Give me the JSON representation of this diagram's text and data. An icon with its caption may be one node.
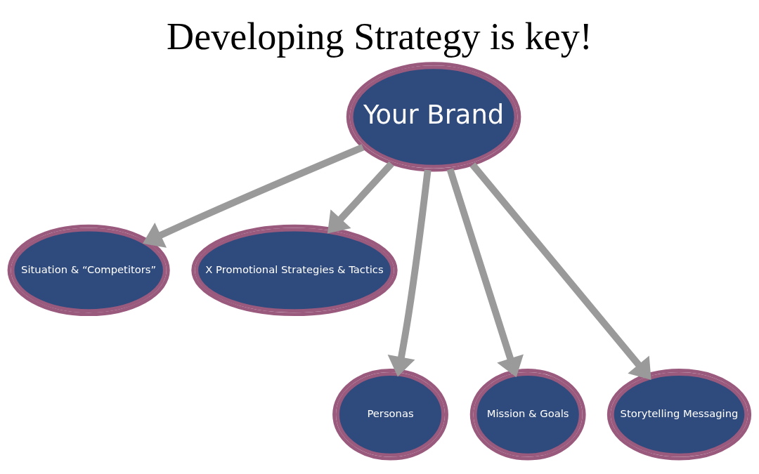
{
  "diagram": {
    "title": "Developing Strategy is key!",
    "nodes": [
      {
        "text": [
          "Your Brand"
        ]
      },
      {
        "text": [
          "Situation & “Competitors”"
        ]
      },
      {
        "text": [
          "X Promotional Strategies & Tactics"
        ]
      },
      {
        "text": [
          "Personas"
        ]
      },
      {
        "text": [
          "Mission & Goals"
        ]
      },
      {
        "text": [
          "Storytelling Messaging"
        ]
      }
    ],
    "edges": [
      {
        "from": 0,
        "to": 1,
        "arrow": "to"
      },
      {
        "from": 0,
        "to": 3,
        "arrow": "to"
      },
      {
        "from": 0,
        "to": 4,
        "arrow": "to"
      },
      {
        "from": 0,
        "to": 5,
        "arrow": "to"
      },
      {
        "from": 0,
        "to": 2,
        "arrow": "to"
      }
    ]
  }
}
